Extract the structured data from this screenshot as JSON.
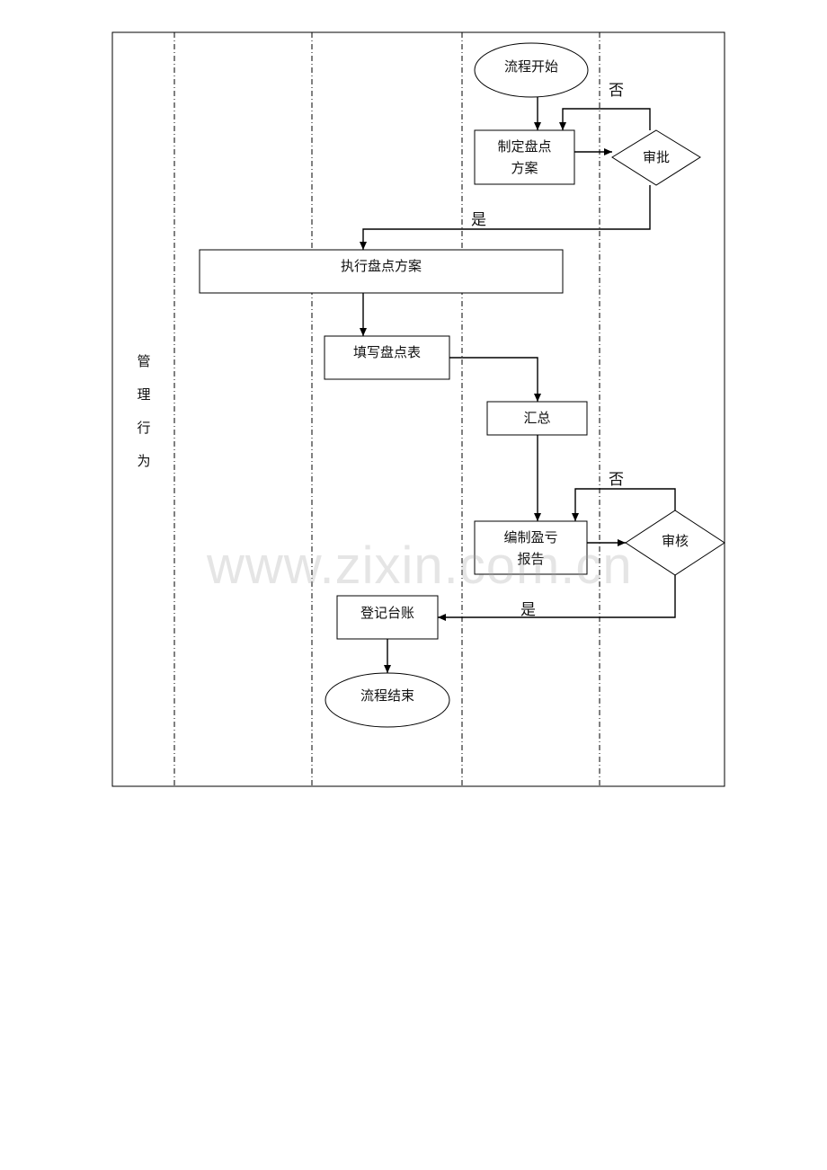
{
  "lane": {
    "title_chars": [
      "管",
      "理",
      "行",
      "为"
    ]
  },
  "nodes": {
    "start": "流程开始",
    "make_plan": [
      "制定盘点",
      "方案"
    ],
    "approve": "审批",
    "execute_plan": "执行盘点方案",
    "fill_sheet": "填写盘点表",
    "summary": "汇总",
    "compile_report": [
      "编制盈亏",
      "报告"
    ],
    "review": "审核",
    "register_ledger": "登记台账",
    "end": "流程结束"
  },
  "edges": {
    "approve_no": "否",
    "approve_yes": "是",
    "review_no": "否",
    "review_yes": "是"
  },
  "watermark": "www.zixin.com.cn"
}
